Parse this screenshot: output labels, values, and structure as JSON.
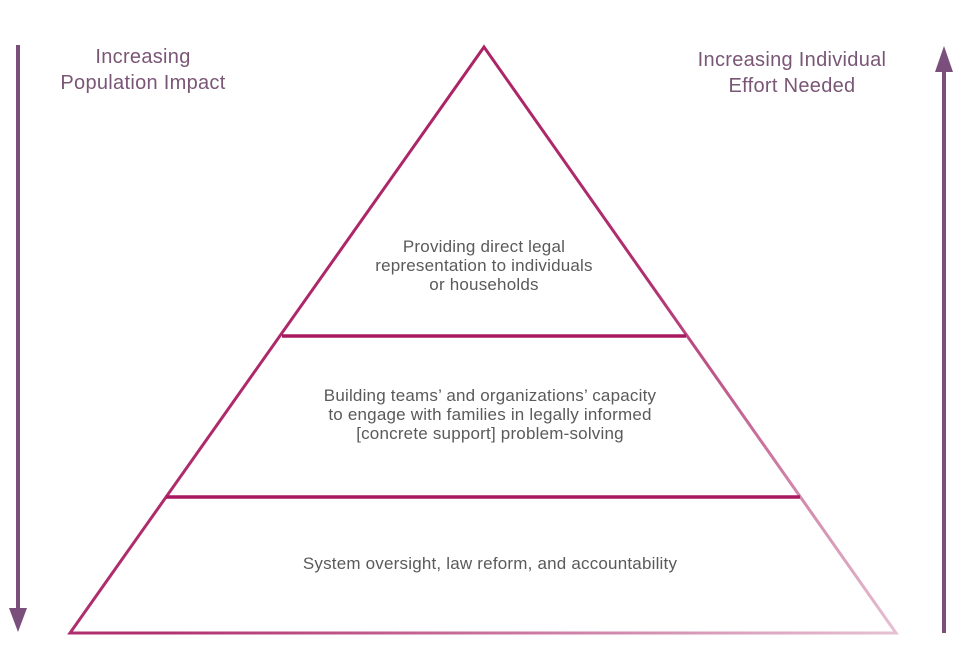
{
  "left_label": {
    "line1": "Increasing",
    "line2": "Population Impact"
  },
  "right_label": {
    "line1": "Increasing Individual",
    "line2": "Effort Needed"
  },
  "tiers": [
    {
      "lines": [
        "Providing direct legal",
        "representation to individuals",
        "or households"
      ]
    },
    {
      "lines": [
        "Building teams’ and organizations’ capacity",
        "to engage with families in legally informed",
        "[concrete support] problem-solving"
      ]
    },
    {
      "lines": [
        "System oversight, law reform, and accountability"
      ]
    }
  ],
  "colors": {
    "arrow": "#7b4f7b",
    "pyramid": "#a8195f",
    "pyramid_fade": "#e0b3c8"
  }
}
